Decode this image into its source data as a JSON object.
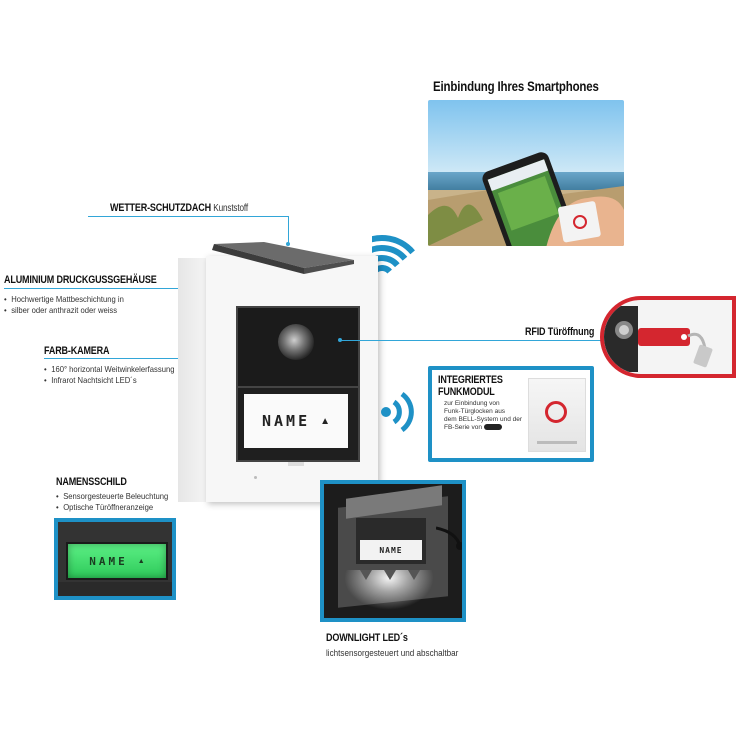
{
  "smartphone": {
    "title": "Einbindung Ihres Smartphones"
  },
  "roof": {
    "title": "WETTER-SCHUTZDACH",
    "subtitle": "Kunststoff"
  },
  "housing": {
    "title": "ALUMINIUM DRUCKGUSSGEHÄUSE",
    "bullets": [
      "Hochwertige Mattbeschichtung in",
      "silber oder anthrazit oder weiss"
    ]
  },
  "camera": {
    "title": "FARB-KAMERA",
    "bullets": [
      "160° horizontal Weitwinkelerfassung",
      "Infrarot Nachtsicht LED´s"
    ]
  },
  "rfid": {
    "title": "RFID Türöffnung"
  },
  "funk": {
    "title_line1": "INTEGRIERTES",
    "title_line2": "FUNKMODUL",
    "desc": [
      "zur Einbindung von",
      "Funk-Türglocken aus",
      "dem BELL-System und der",
      "FB-Serie von"
    ]
  },
  "nameplate": {
    "title": "NAMENSSCHILD",
    "bullets": [
      "Sensorgesteuerte Beleuchtung",
      "Optische Türöffneranzeige"
    ],
    "label": "NAME"
  },
  "device": {
    "label": "NAME"
  },
  "downlight": {
    "title": "DOWNLIGHT LED´s",
    "subtitle": "lichtsensorgesteuert und abschaltbar",
    "label": "NAME"
  },
  "colors": {
    "accent": "#1e91c6",
    "line": "#32a6d8",
    "green": "#3fe06a",
    "rfid_red": "#d4262f"
  }
}
